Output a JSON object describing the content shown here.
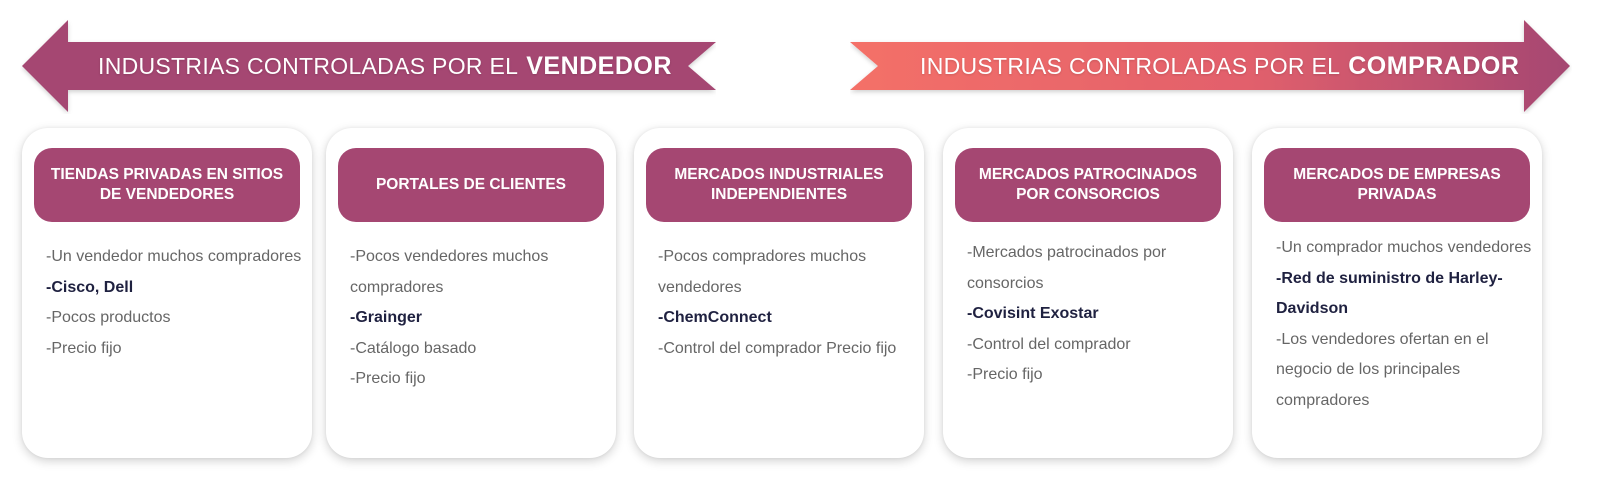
{
  "arrows": {
    "left": {
      "prefix": "INDUSTRIAS CONTROLADAS POR EL",
      "emphasis": "VENDEDOR",
      "color": "#a54772"
    },
    "right": {
      "prefix": "INDUSTRIAS CONTROLADAS POR EL",
      "emphasis": "COMPRADOR",
      "color_start": "#f47068",
      "color_end": "#a54772"
    }
  },
  "colors": {
    "header": "#a54772",
    "text": "#666666",
    "highlight": "#1f2140"
  },
  "cards": [
    {
      "title": "TIENDAS PRIVADAS EN SITIOS DE VENDEDORES",
      "items": [
        {
          "text": "-Un vendedor muchos compradores",
          "bold": false
        },
        {
          "text": "-Cisco, Dell",
          "bold": true
        },
        {
          "text": "-Pocos productos",
          "bold": false
        },
        {
          "text": "-Precio fijo",
          "bold": false
        }
      ]
    },
    {
      "title": "PORTALES DE CLIENTES",
      "items": [
        {
          "text": "-Pocos vendedores muchos compradores",
          "bold": false
        },
        {
          "text": "-Grainger",
          "bold": true
        },
        {
          "text": "-Catálogo basado",
          "bold": false
        },
        {
          "text": "-Precio fijo",
          "bold": false
        }
      ]
    },
    {
      "title": "MERCADOS INDUSTRIALES INDEPENDIENTES",
      "items": [
        {
          "text": "-Pocos compradores muchos vendedores",
          "bold": false
        },
        {
          "text": "-ChemConnect",
          "bold": true
        },
        {
          "text": "-Control del comprador Precio fijo",
          "bold": false
        }
      ]
    },
    {
      "title": "MERCADOS PATROCINADOS POR CONSORCIOS",
      "items": [
        {
          "text": "-Mercados patrocinados por consorcios",
          "bold": false
        },
        {
          "text": "-Covisint Exostar",
          "bold": true
        },
        {
          "text": "-Control del comprador",
          "bold": false
        },
        {
          "text": "-Precio fijo",
          "bold": false
        }
      ]
    },
    {
      "title": "MERCADOS DE EMPRESAS PRIVADAS",
      "items": [
        {
          "text": "-Un comprador muchos vendedores",
          "bold": false
        },
        {
          "text": "-Red de suministro de Harley-Davidson",
          "bold": true
        },
        {
          "text": "-Los vendedores ofertan en el negocio de los principales compradores",
          "bold": false
        }
      ]
    }
  ]
}
